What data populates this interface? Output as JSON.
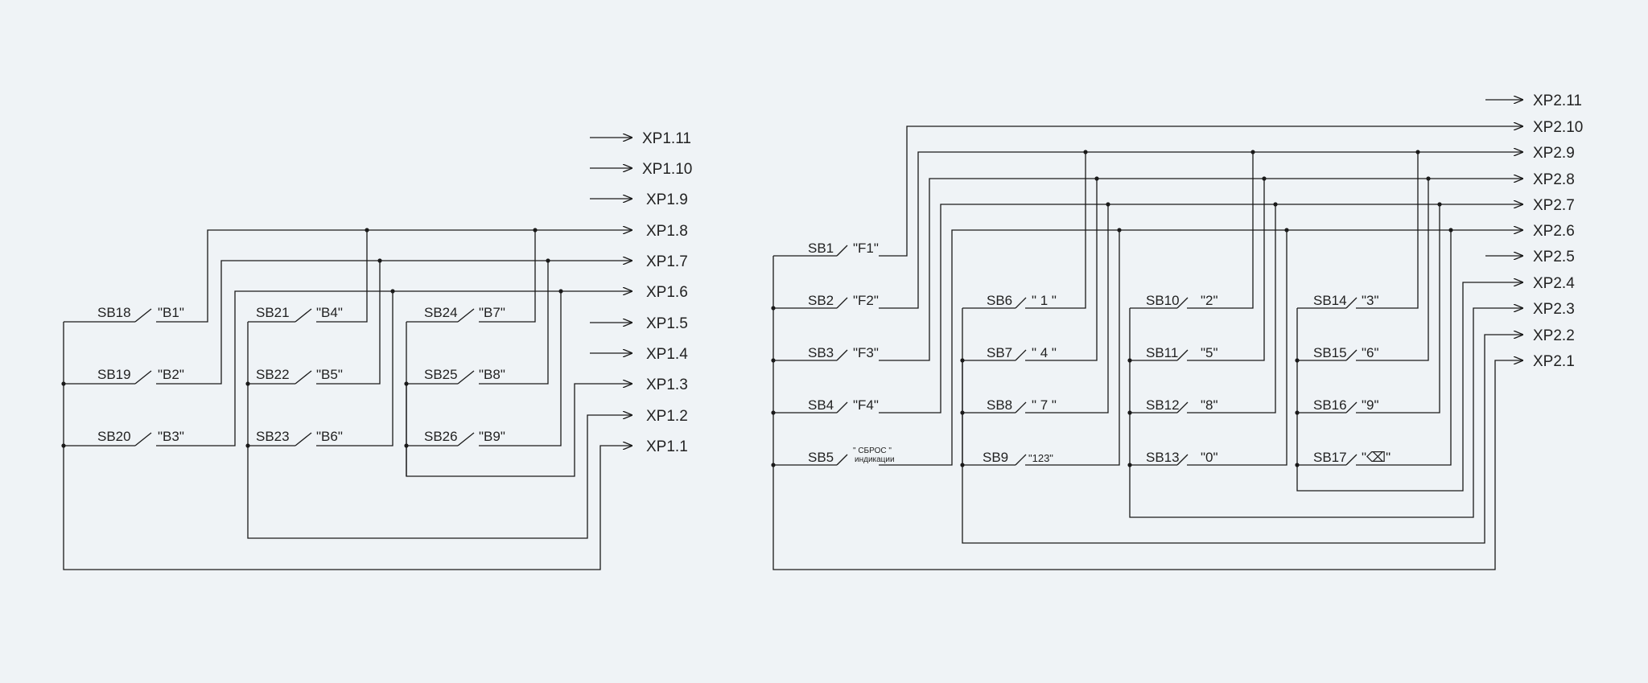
{
  "switches": {
    "SB1": {
      "name": "SB1",
      "caption": "\"F1\""
    },
    "SB2": {
      "name": "SB2",
      "caption": "\"F2\""
    },
    "SB3": {
      "name": "SB3",
      "caption": "\"F3\""
    },
    "SB4": {
      "name": "SB4",
      "caption": "\"F4\""
    },
    "SB5": {
      "name": "SB5",
      "caption_line1": "\" СБРОС \"",
      "caption_line2": "индикации"
    },
    "SB6": {
      "name": "SB6",
      "caption": "\" 1 \""
    },
    "SB7": {
      "name": "SB7",
      "caption": "\" 4 \""
    },
    "SB8": {
      "name": "SB8",
      "caption": "\" 7 \""
    },
    "SB9": {
      "name": "SB9",
      "caption": "\"123\""
    },
    "SB10": {
      "name": "SB10",
      "caption": "\"2\""
    },
    "SB11": {
      "name": "SB11",
      "caption": "\"5\""
    },
    "SB12": {
      "name": "SB12",
      "caption": "\"8\""
    },
    "SB13": {
      "name": "SB13",
      "caption": "\"0\""
    },
    "SB14": {
      "name": "SB14",
      "caption": "\"3\""
    },
    "SB15": {
      "name": "SB15",
      "caption": "\"6\""
    },
    "SB16": {
      "name": "SB16",
      "caption": "\"9\""
    },
    "SB17": {
      "name": "SB17",
      "caption": "\"⌫\""
    },
    "SB18": {
      "name": "SB18",
      "caption": "\"B1\""
    },
    "SB19": {
      "name": "SB19",
      "caption": "\"B2\""
    },
    "SB20": {
      "name": "SB20",
      "caption": "\"B3\""
    },
    "SB21": {
      "name": "SB21",
      "caption": "\"B4\""
    },
    "SB22": {
      "name": "SB22",
      "caption": "\"B5\""
    },
    "SB23": {
      "name": "SB23",
      "caption": "\"B6\""
    },
    "SB24": {
      "name": "SB24",
      "caption": "\"B7\""
    },
    "SB25": {
      "name": "SB25",
      "caption": "\"B8\""
    },
    "SB26": {
      "name": "SB26",
      "caption": "\"B9\""
    }
  },
  "connectors": {
    "xp1": [
      "XP1.11",
      "XP1.10",
      "XP1.9",
      "XP1.8",
      "XP1.7",
      "XP1.6",
      "XP1.5",
      "XP1.4",
      "XP1.3",
      "XP1.2",
      "XP1.1"
    ],
    "xp2": [
      "XP2.11",
      "XP2.10",
      "XP2.9",
      "XP2.8",
      "XP2.7",
      "XP2.6",
      "XP2.5",
      "XP2.4",
      "XP2.3",
      "XP2.2",
      "XP2.1"
    ]
  },
  "colors": {
    "background": "#eff3f6",
    "line": "#1a1a1a",
    "text": "#222222"
  }
}
